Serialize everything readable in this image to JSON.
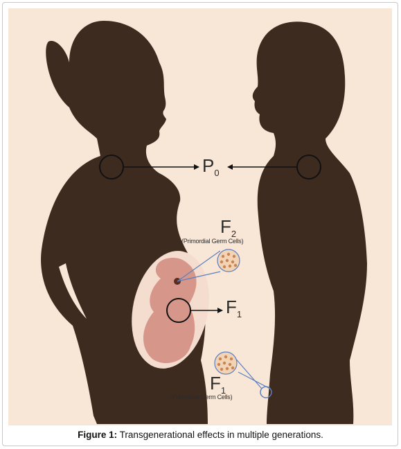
{
  "labels": {
    "p0_main": "P",
    "p0_sub": "0",
    "f2_main": "F",
    "f2_sub": "2",
    "f2_note": "(Primordial Germ Cells)",
    "f1_main": "F",
    "f1_sub": "1",
    "f1b_main": "F",
    "f1b_sub": "1",
    "f1b_note": "(Primordial Germ Cells)"
  },
  "caption": {
    "prefix": "Figure 1:",
    "text": " Transgenerational effects in multiple generations."
  },
  "colors": {
    "background": "#f8e6d6",
    "silhouette": "#3d2b20",
    "womb": "#f4dccf",
    "fetus": "#d6978a",
    "germ_circle": "#f3d3b5",
    "germ_cell": "#c98550",
    "callout_line": "#5b7fc0",
    "arrow": "#111111"
  },
  "icons": [
    "woman-silhouette",
    "man-silhouette",
    "fetus",
    "germ-cell-cluster"
  ]
}
